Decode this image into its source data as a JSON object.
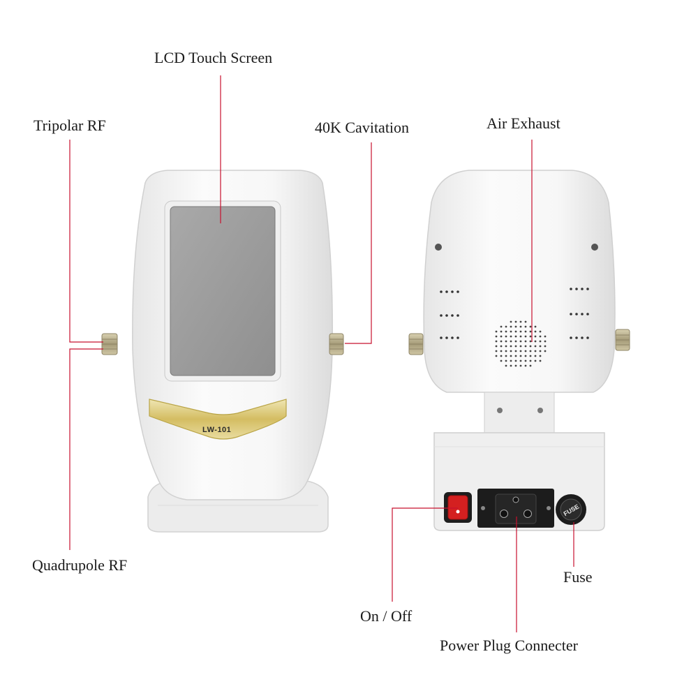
{
  "labels": {
    "lcd_touch_screen": "LCD Touch Screen",
    "tripolar_rf": "Tripolar RF",
    "cavitation": "40K Cavitation",
    "air_exhaust": "Air Exhaust",
    "quadrupole_rf": "Quadrupole RF",
    "fuse": "Fuse",
    "on_off": "On / Off",
    "power_plug": "Power Plug Connecter"
  },
  "device": {
    "model": "LW-101",
    "fuse_mark": "FUSE"
  },
  "colors": {
    "leader_line": "#c8102e",
    "body": "#f2f2f2",
    "screen": "#9a9a9a",
    "gold_badge": "#d8c46a",
    "switch_red": "#d42020",
    "connector_black": "#1c1c1c"
  }
}
